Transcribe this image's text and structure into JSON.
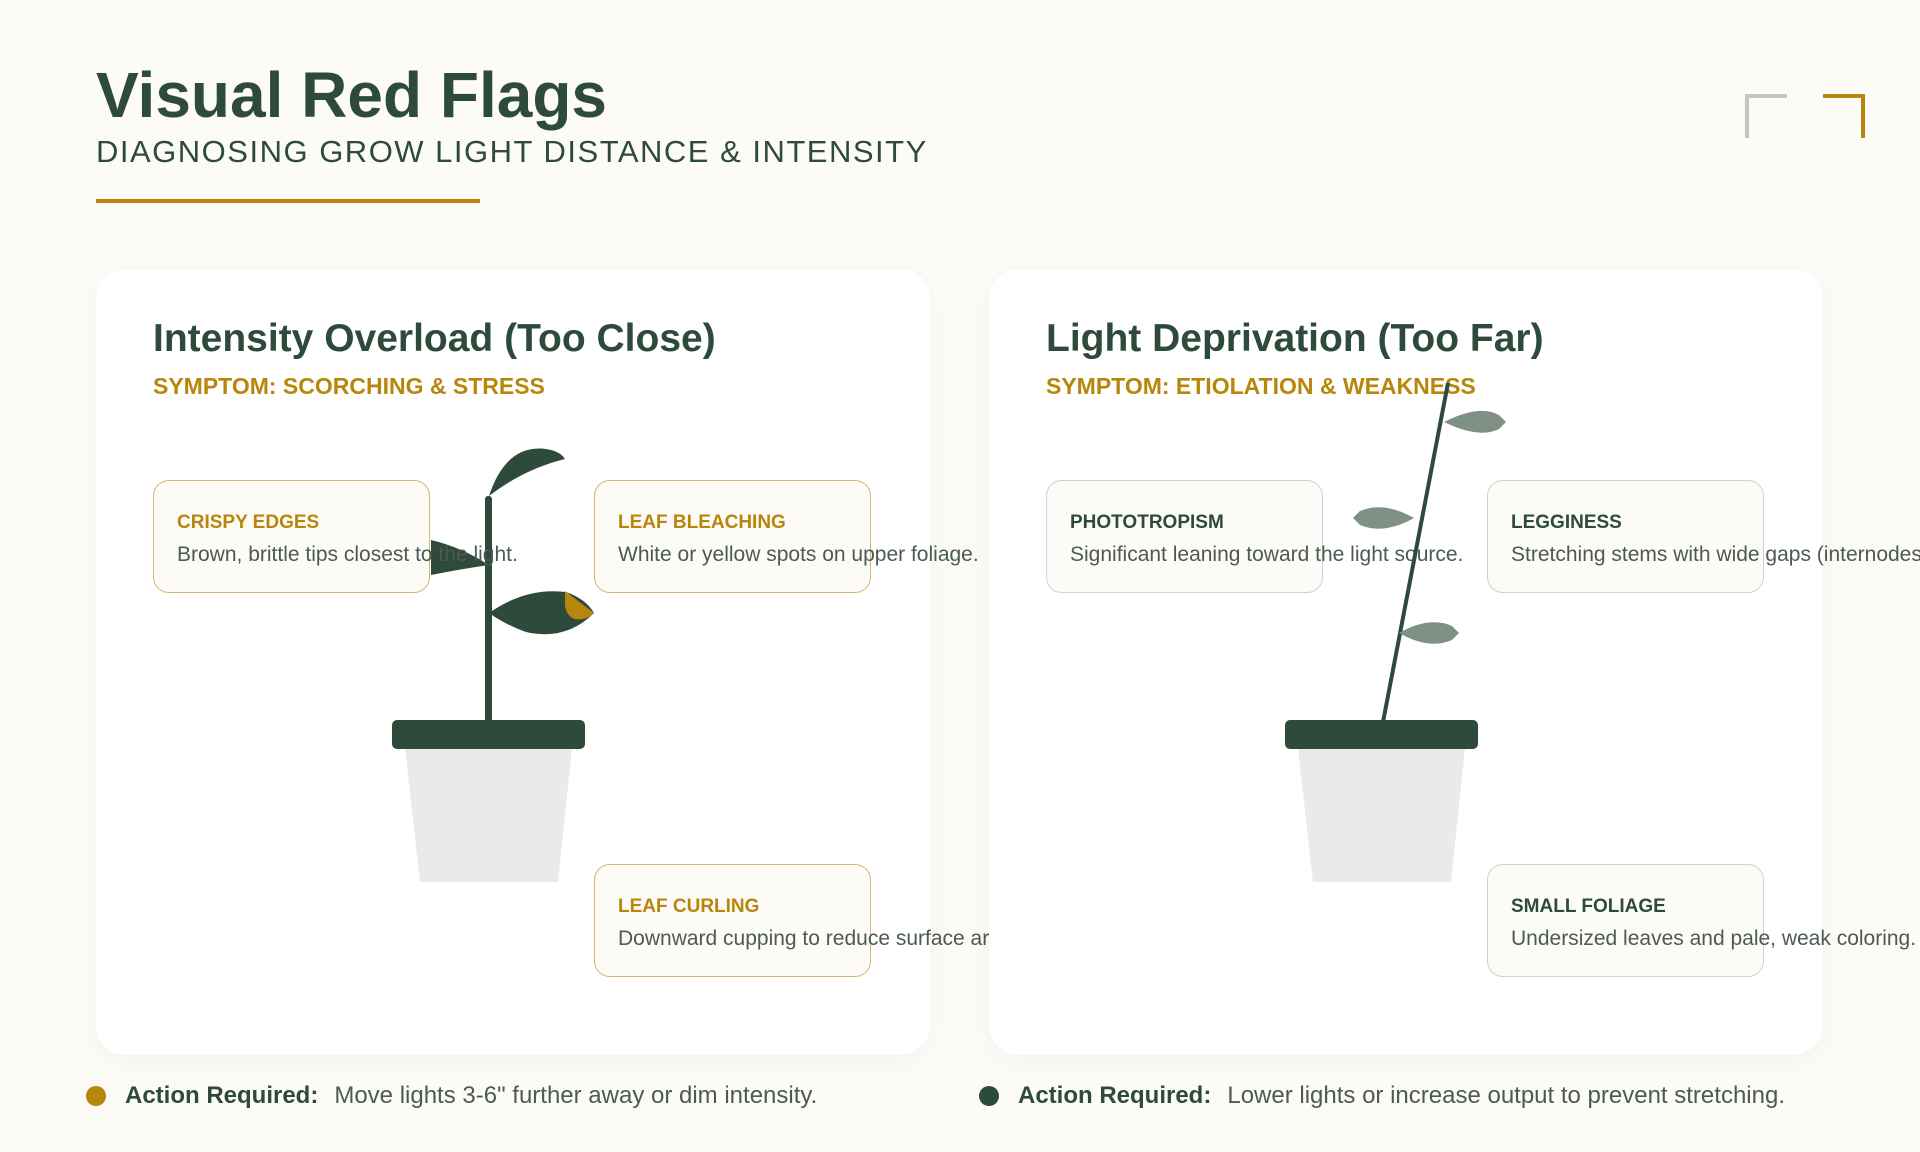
{
  "header": {
    "title": "Visual Red Flags",
    "subtitle": "DIAGNOSING GROW LIGHT DISTANCE & INTENSITY"
  },
  "colors": {
    "primary": "#2e4a3b",
    "accent": "#b8860b",
    "pale_leaf": "#7f9086",
    "pot": "#e9ebea"
  },
  "panels": [
    {
      "title": "Intensity Overload (Too Close)",
      "symptom": "SYMPTOM: SCORCHING & STRESS",
      "cards": [
        {
          "label": "CRISPY EDGES",
          "desc": "Brown, brittle tips closest to the light."
        },
        {
          "label": "LEAF BLEACHING",
          "desc": "White or yellow spots on upper foliage."
        },
        {
          "label": "LEAF CURLING",
          "desc": "Downward cupping to reduce surface ar"
        }
      ],
      "action": {
        "label": "Action Required:",
        "text": "Move lights 3-6\" further away or dim intensity."
      }
    },
    {
      "title": "Light Deprivation (Too Far)",
      "symptom": "SYMPTOM: ETIOLATION & WEAKNESS",
      "cards": [
        {
          "label": "PHOTOTROPISM",
          "desc": "Significant leaning toward the light source."
        },
        {
          "label": "LEGGINESS",
          "desc": "Stretching stems with wide gaps (internodes"
        },
        {
          "label": "SMALL FOLIAGE",
          "desc": "Undersized leaves and pale, weak coloring."
        }
      ],
      "action": {
        "label": "Action Required:",
        "text": "Lower lights or increase output to prevent stretching."
      }
    }
  ]
}
